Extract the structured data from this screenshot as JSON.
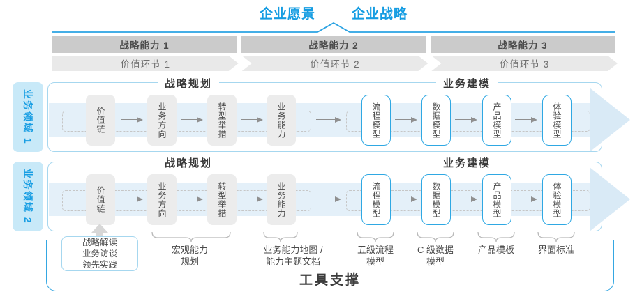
{
  "title": {
    "vision": "企业愿景",
    "strategy": "企业战略"
  },
  "capability_bars": [
    {
      "label": "战略能力 1"
    },
    {
      "label": "战略能力 2"
    },
    {
      "label": "战略能力 3"
    }
  ],
  "value_chevrons": [
    {
      "label": "价值环节 1"
    },
    {
      "label": "价值环节 2"
    },
    {
      "label": "价值环节 3"
    }
  ],
  "domains": [
    {
      "label": "业务领域 1"
    },
    {
      "label": "业务领域 2"
    }
  ],
  "rows": [
    {
      "planning_header": "战略规划",
      "modeling_header": "业务建模",
      "planning_boxes": [
        "价值链",
        "业务方向",
        "转型举措",
        "业务能力"
      ],
      "modeling_boxes": [
        "流程模型",
        "数据模型",
        "产品模型",
        "体验模型"
      ]
    },
    {
      "planning_header": "战略规划",
      "modeling_header": "业务建模",
      "planning_boxes": [
        "价值链",
        "业务方向",
        "转型举措",
        "业务能力"
      ],
      "modeling_boxes": [
        "流程模型",
        "数据模型",
        "产品模型",
        "体验模型"
      ]
    }
  ],
  "inputs_box": {
    "lines": [
      "战略解读",
      "业务访谈",
      "领先实践"
    ]
  },
  "deliverables": [
    {
      "lines": [
        "宏观能力",
        "规划"
      ]
    },
    {
      "lines": [
        "业务能力地图 /",
        "能力主题文档"
      ]
    },
    {
      "lines": [
        "五级流程",
        "模型"
      ]
    },
    {
      "lines": [
        "C 级数据",
        "模型"
      ]
    },
    {
      "lines": [
        "产品模板"
      ]
    },
    {
      "lines": [
        "界面标准"
      ]
    }
  ],
  "tool_support": {
    "label": "工具支撑"
  },
  "colors": {
    "accent_blue": "#149CE2",
    "tab_fill": "#C8E9F8",
    "bar_fill": "#CBCBCB",
    "chevron_fill": "#E9E9E9",
    "lane_border": "#A6D7EF",
    "band_fill": "#E4F0F9",
    "band_head_fill": "#D9EAF6",
    "gray_node_fill": "#ECECEC",
    "blue_node_border": "#2FA8E3",
    "tool_border": "#35A7E2",
    "text_dark": "#4A4A4A"
  }
}
